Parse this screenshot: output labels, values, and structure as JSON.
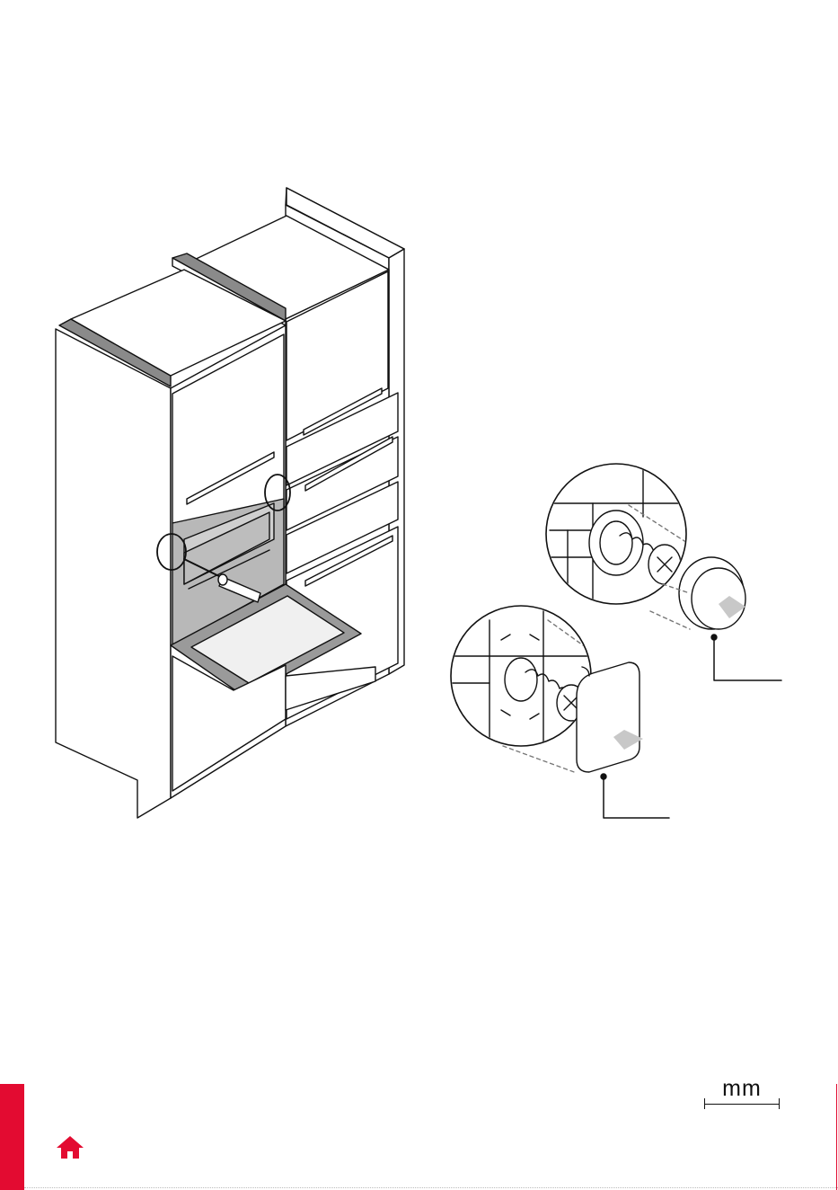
{
  "footer": {
    "unit_label": "mm",
    "home_icon": "home-icon",
    "accent_color": "#e30b31"
  },
  "illustration": {
    "subject": "oven-cabinet-installation",
    "callouts": [
      "screw-cover-round",
      "screw-cover-square"
    ]
  }
}
